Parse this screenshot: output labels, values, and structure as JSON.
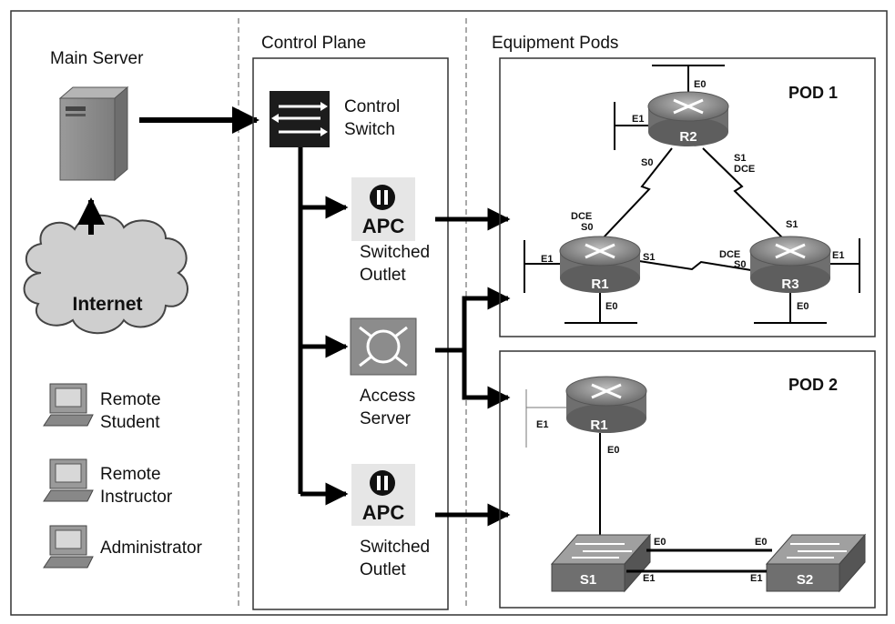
{
  "columns": {
    "main_server_label": "Main Server",
    "control_plane_label": "Control Plane",
    "equipment_pods_label": "Equipment Pods"
  },
  "control_plane": {
    "control_switch_line1": "Control",
    "control_switch_line2": "Switch",
    "apc_logo_text": "APC",
    "apc1_line1": "Switched",
    "apc1_line2": "Outlet",
    "access_server_line1": "Access",
    "access_server_line2": "Server",
    "apc2_line1": "Switched",
    "apc2_line2": "Outlet"
  },
  "left": {
    "internet_label": "Internet",
    "clients": [
      {
        "line1": "Remote",
        "line2": "Student"
      },
      {
        "line1": "Remote",
        "line2": "Instructor"
      },
      {
        "line1": "Administrator",
        "line2": ""
      }
    ]
  },
  "pod1": {
    "title": "POD 1",
    "r2": {
      "name": "R2",
      "e0": "E0",
      "e1": "E1",
      "s0": "S0",
      "s1": "S1",
      "s1_dce": "DCE"
    },
    "r1": {
      "name": "R1",
      "dce": "DCE",
      "s0": "S0",
      "s1": "S1",
      "e1": "E1",
      "e0": "E0"
    },
    "r3": {
      "name": "R3",
      "s1": "S1",
      "dce": "DCE",
      "s0": "S0",
      "e1": "E1",
      "e0": "E0"
    }
  },
  "pod2": {
    "title": "POD 2",
    "r1": {
      "name": "R1",
      "e1": "E1",
      "e0": "E0"
    },
    "s1": {
      "name": "S1",
      "e0": "E0",
      "e1": "E1"
    },
    "s2": {
      "name": "S2",
      "e0": "E0",
      "e1": "E1"
    }
  },
  "colors": {
    "router_body": "#7a7a7a",
    "device_gray": "#8c8c8c",
    "cloud": "#c8c8c8",
    "switch_dark": "#1c1c1c"
  }
}
